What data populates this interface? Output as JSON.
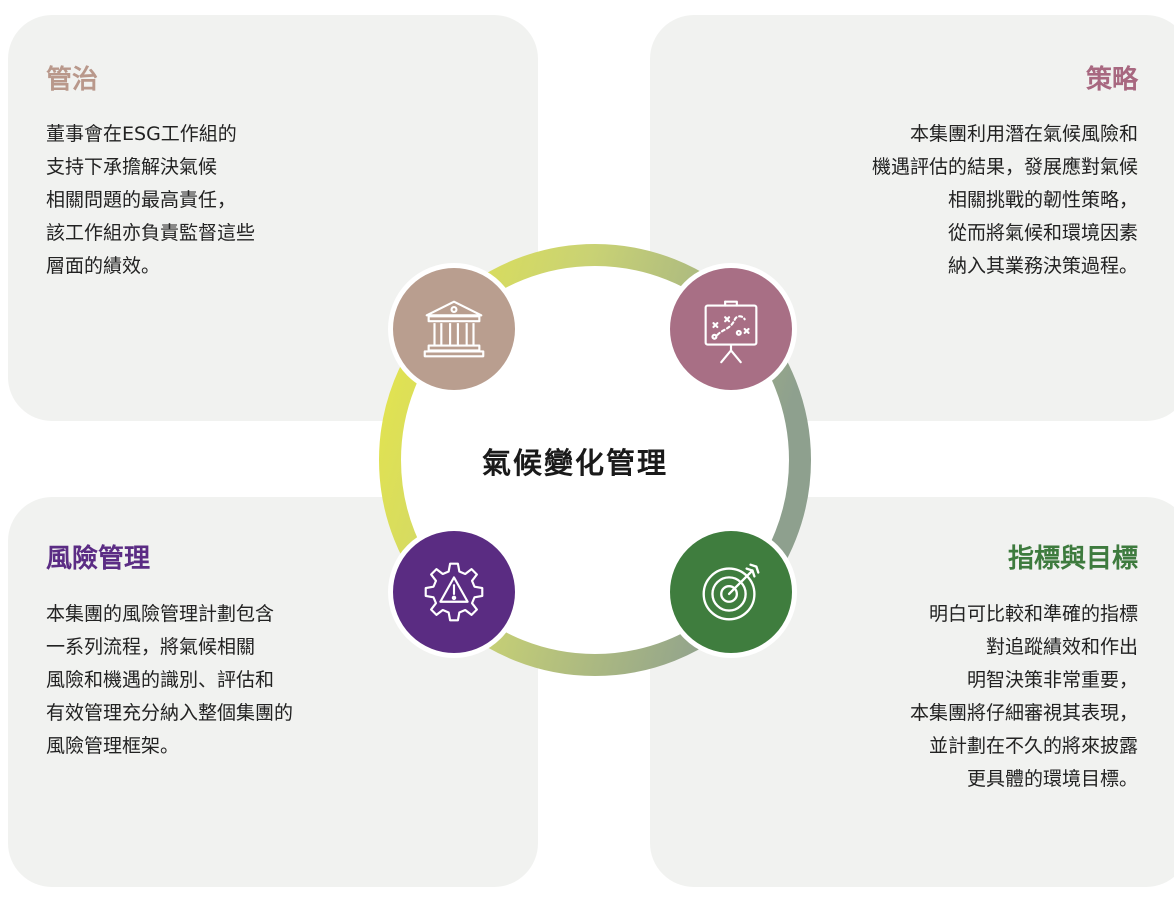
{
  "center": {
    "label": "氣候變化管理"
  },
  "colors": {
    "card_bg": "#f1f2f0",
    "governance": "#b99e8f",
    "strategy": "#a86f85",
    "risk": "#5a2c82",
    "metrics": "#3f7d3e",
    "ring_start": "#e5e44a",
    "ring_end": "#8fa592"
  },
  "governance": {
    "title": "管治",
    "body": "董事會在ESG工作組的\n支持下承擔解決氣候\n相關問題的最高責任，\n該工作組亦負責監督這些\n層面的績效。",
    "icon": "bank-building-icon"
  },
  "strategy": {
    "title": "策略",
    "body": "本集團利用潛在氣候風險和\n機遇評估的結果，發展應對氣候\n相關挑戰的韌性策略，\n從而將氣候和環境因素\n納入其業務決策過程。",
    "icon": "strategy-board-icon"
  },
  "risk": {
    "title": "風險管理",
    "body": "本集團的風險管理計劃包含\n一系列流程，將氣候相關\n風險和機遇的識別、評估和\n有效管理充分納入整個集團的\n風險管理框架。",
    "icon": "gear-warning-icon"
  },
  "metrics": {
    "title": "指標與目標",
    "body": "明白可比較和準確的指標\n對追蹤績效和作出\n明智決策非常重要，\n本集團將仔細審視其表現，\n並計劃在不久的將來披露\n更具體的環境目標。",
    "icon": "target-arrow-icon"
  }
}
